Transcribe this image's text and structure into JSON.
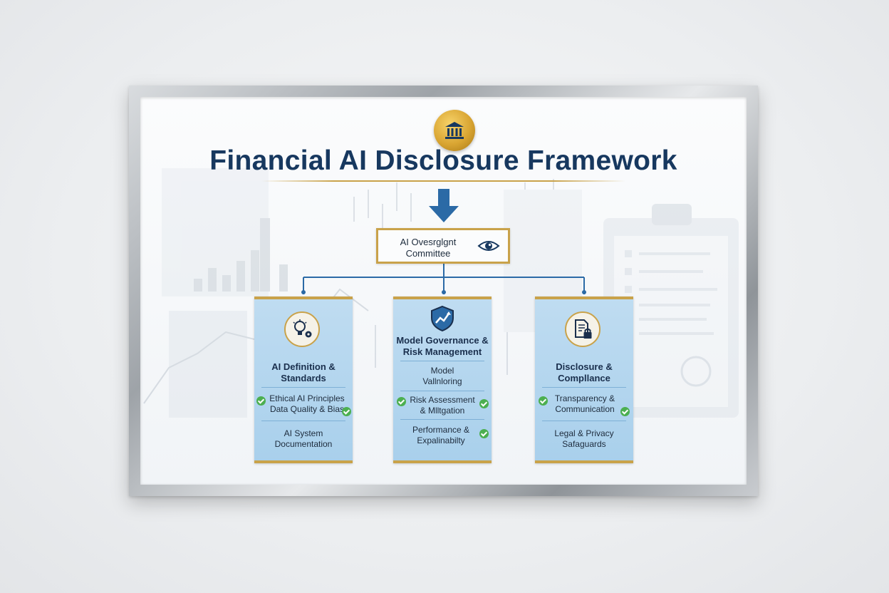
{
  "title": "Financial AI Disclosure Framework",
  "committee": {
    "label": "AI Ovesrglgnt Committee",
    "icon": "eye-icon"
  },
  "emblem": {
    "icon": "bank-building-icon"
  },
  "pillars": [
    {
      "icon": "lightbulb-gear-icon",
      "title": "AI Definition & Standards",
      "items": [
        {
          "text": "Ethical AI Principles Data Quality & Bias",
          "check": true
        },
        {
          "text": "AI System Documentation",
          "check": false
        }
      ]
    },
    {
      "icon": "shield-chart-icon",
      "title": "Model Governance & Risk Management",
      "items": [
        {
          "text": "Model Vallnloring",
          "check": false
        },
        {
          "text": "Risk Assessment & Mlltgation",
          "check": true
        },
        {
          "text": "Performance & Expalinabilty",
          "check": true
        }
      ]
    },
    {
      "icon": "document-lock-icon",
      "title": "Disclosure & Compllance",
      "items": [
        {
          "text": "Transparency & Communication",
          "check": true
        },
        {
          "text": "Legal & Privacy Safaguards",
          "check": false
        }
      ]
    }
  ],
  "colors": {
    "navy": "#17385f",
    "gold": "#c9a24a",
    "card_blue": "#b3d6ef",
    "connector": "#2b6aa6",
    "check_green": "#4caf50"
  }
}
